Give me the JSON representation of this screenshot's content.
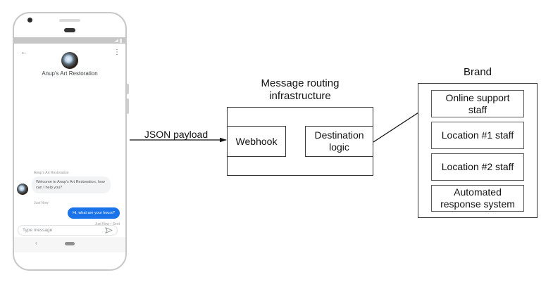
{
  "diagram": {
    "json_payload_label": "JSON payload",
    "routing": {
      "title": "Message routing infrastructure",
      "webhook_label": "Webhook",
      "destination_label": "Destination logic"
    },
    "brand": {
      "title": "Brand",
      "items": [
        {
          "label": "Online support staff"
        },
        {
          "label": "Location #1 staff"
        },
        {
          "label": "Location #2 staff"
        },
        {
          "label": "Automated response system"
        }
      ]
    }
  },
  "phone": {
    "header": {
      "back_icon": "←",
      "menu_icon": "⋮",
      "title": "Anup's Art Restoration"
    },
    "conversation": {
      "sender_label": "Anup's Art Restoration",
      "incoming": {
        "text": "Welcome to Anup's Art Restoration, how can I help you?",
        "timestamp": "Just Now"
      },
      "outgoing": {
        "text": "Hi, what are your hours?",
        "timestamp": "Just Now • Sent"
      }
    },
    "composer": {
      "placeholder": "Type message"
    },
    "nav": {
      "back_icon": "‹"
    }
  },
  "colors": {
    "outgoing_bubble": "#1a73e8",
    "incoming_bubble": "#f1f3f4",
    "diagram_line": "#111111"
  }
}
